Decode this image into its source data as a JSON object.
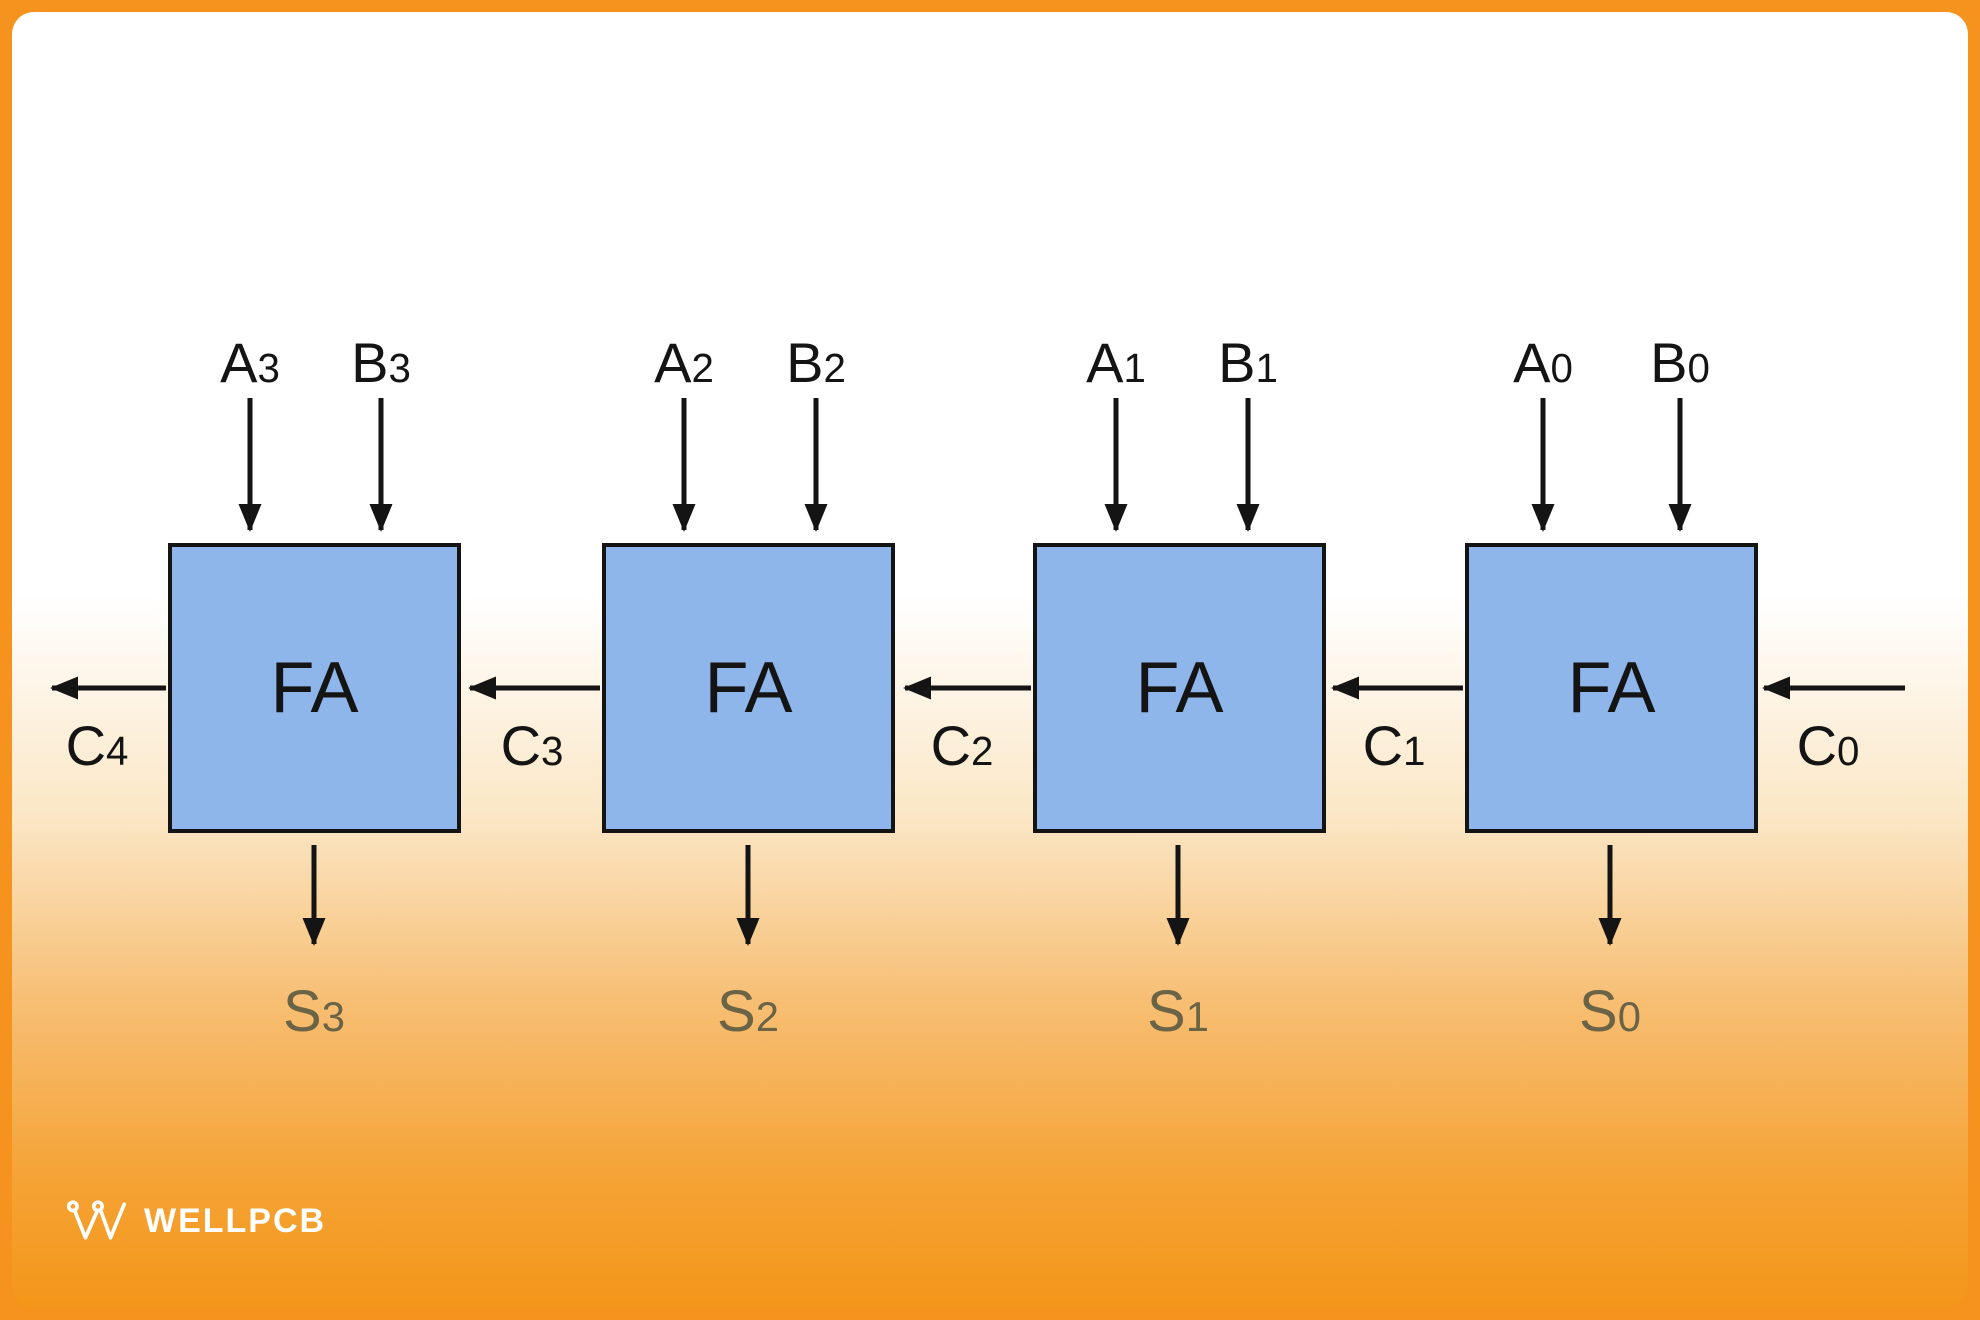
{
  "diagram": {
    "adders": [
      {
        "label": "FA",
        "a": {
          "base": "A",
          "sub": "3"
        },
        "b": {
          "base": "B",
          "sub": "3"
        },
        "s": {
          "base": "S",
          "sub": "3"
        }
      },
      {
        "label": "FA",
        "a": {
          "base": "A",
          "sub": "2"
        },
        "b": {
          "base": "B",
          "sub": "2"
        },
        "s": {
          "base": "S",
          "sub": "2"
        }
      },
      {
        "label": "FA",
        "a": {
          "base": "A",
          "sub": "1"
        },
        "b": {
          "base": "B",
          "sub": "1"
        },
        "s": {
          "base": "S",
          "sub": "1"
        }
      },
      {
        "label": "FA",
        "a": {
          "base": "A",
          "sub": "0"
        },
        "b": {
          "base": "B",
          "sub": "0"
        },
        "s": {
          "base": "S",
          "sub": "0"
        }
      }
    ],
    "carries": [
      {
        "base": "C",
        "sub": "4"
      },
      {
        "base": "C",
        "sub": "3"
      },
      {
        "base": "C",
        "sub": "2"
      },
      {
        "base": "C",
        "sub": "1"
      },
      {
        "base": "C",
        "sub": "0"
      }
    ]
  },
  "branding": {
    "logo_text": "WELLPCB"
  },
  "colors": {
    "frame-orange": "#f6921e",
    "box-fill": "#8eb6ea",
    "box-border": "#141414",
    "wire": "#141414",
    "label": "#141414",
    "sum-label": "#6b6345",
    "logo": "#ffffff"
  }
}
